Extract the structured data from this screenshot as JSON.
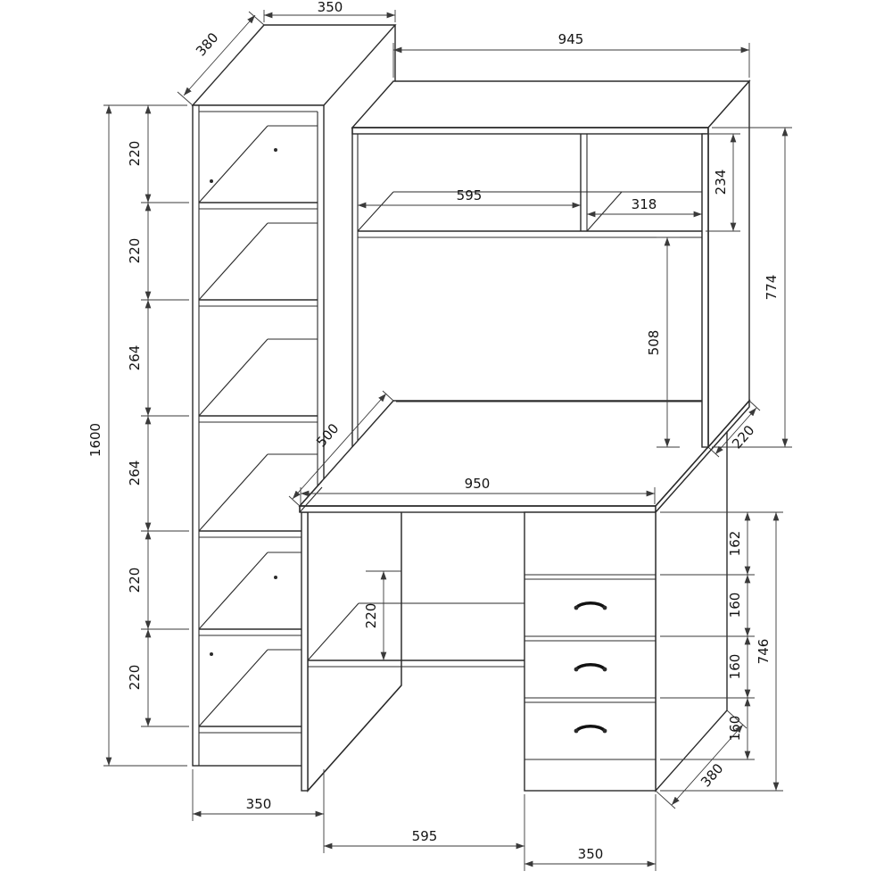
{
  "drawing": {
    "title": "desk-wall-unit-dimension-drawing",
    "units": "mm",
    "dims": {
      "bookcase_depth_top": "380",
      "bookcase_width_top": "350",
      "hutch_width": "945",
      "overall_height": "1600",
      "bookcase_sections": [
        "220",
        "220",
        "264",
        "264",
        "220",
        "220"
      ],
      "hutch_open_width": "595",
      "hutch_compartment_width": "318",
      "hutch_compartment_height": "234",
      "hutch_height": "774",
      "hutch_clearance": "508",
      "desk_depth": "500",
      "desk_width": "950",
      "hutch_depth": "220",
      "undershelf_height": "220",
      "drawer_sections": [
        "162",
        "160",
        "160",
        "160"
      ],
      "pedestal_height": "746",
      "bookcase_width_bottom": "350",
      "kneehole_width": "595",
      "pedestal_width": "350",
      "pedestal_depth": "380"
    }
  }
}
